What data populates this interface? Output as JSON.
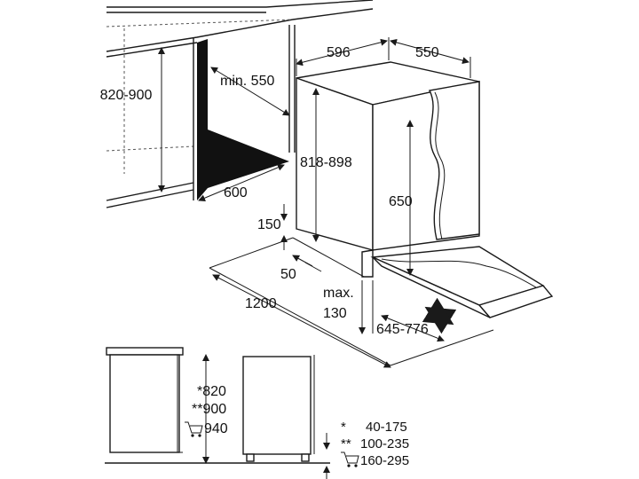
{
  "dimensions": {
    "niche_height": "820-900",
    "min_depth": "min. 550",
    "niche_width": "600",
    "appliance_width": "596",
    "appliance_depth": "550",
    "appliance_height": "818-898",
    "door_height": "650",
    "plinth_gap": "150",
    "plinth_depth": "50",
    "floor_clearance": "1200",
    "max_label": "max.",
    "max_value": "130",
    "door_swing": "645-776"
  },
  "side_view": {
    "heights": [
      "*820",
      "**900",
      "940"
    ],
    "legend": [
      {
        "mark": "*",
        "value": "40-175"
      },
      {
        "mark": "**",
        "value": "100-235"
      },
      {
        "mark": "cart",
        "value": "160-295"
      }
    ]
  },
  "icons": {
    "cart": "shopping-cart-icon",
    "arrow": "double-arrow-icon"
  }
}
